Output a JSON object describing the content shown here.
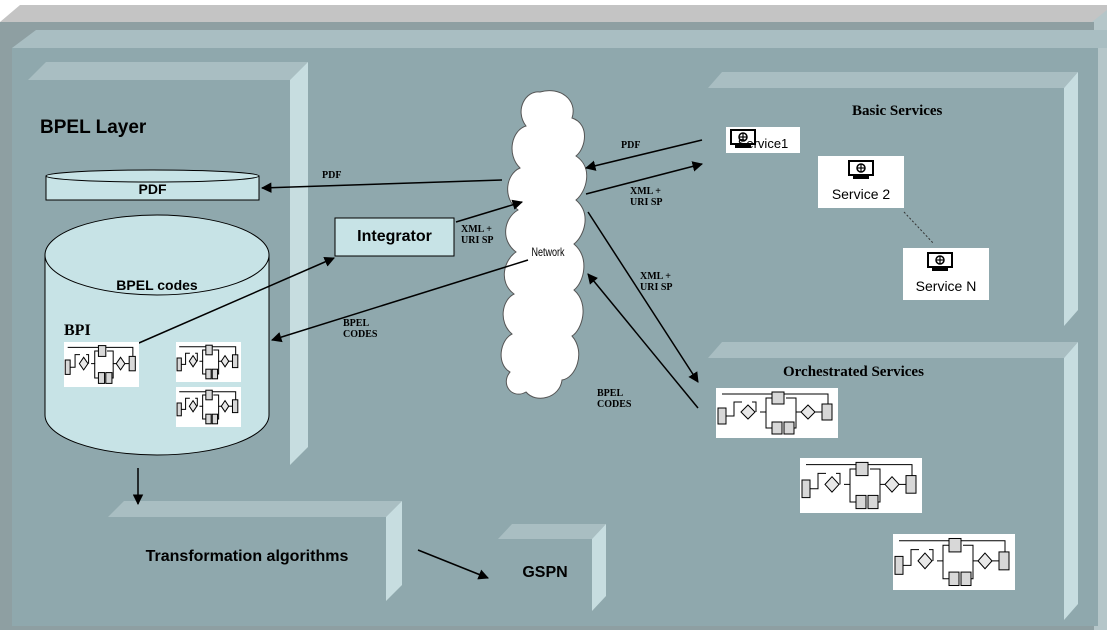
{
  "colors": {
    "panel": "#8fa8ad",
    "panel_top": "#a9bec2",
    "panel_side": "#c7dde0",
    "frame_top": "#c4c4c4",
    "frame_main": "#909fa3",
    "db_fill": "#c7e3e6",
    "integrator_fill": "#c7e3e6",
    "cloud_fill": "#ffffff"
  },
  "bpel_layer": {
    "title": "BPEL Layer",
    "pdf_label": "PDF",
    "db_label": "BPEL codes",
    "bpi_label": "BPI"
  },
  "integrator": {
    "label": "Integrator"
  },
  "network": {
    "label": "Network"
  },
  "basic_services": {
    "title": "Basic Services",
    "services": [
      "Service1",
      "Service 2",
      "Service N"
    ]
  },
  "orchestrated_services": {
    "title": "Orchestrated Services"
  },
  "transformation": {
    "label": "Transformation algorithms"
  },
  "gspn": {
    "label": "GSPN"
  },
  "arrows": {
    "pdf_left": "PDF",
    "pdf_right": "PDF",
    "xml_integrator": [
      "XML +",
      "URI SP"
    ],
    "xml_basic": [
      "XML +",
      "URI SP"
    ],
    "xml_orch": [
      "XML +",
      "URI SP"
    ],
    "bpel_codes_left": [
      "BPEL",
      "CODES"
    ],
    "bpel_codes_right": [
      "BPEL",
      "CODES"
    ]
  },
  "icons": [
    "monitor-icon",
    "workflow-diagram-icon",
    "cloud-icon",
    "database-icon"
  ]
}
